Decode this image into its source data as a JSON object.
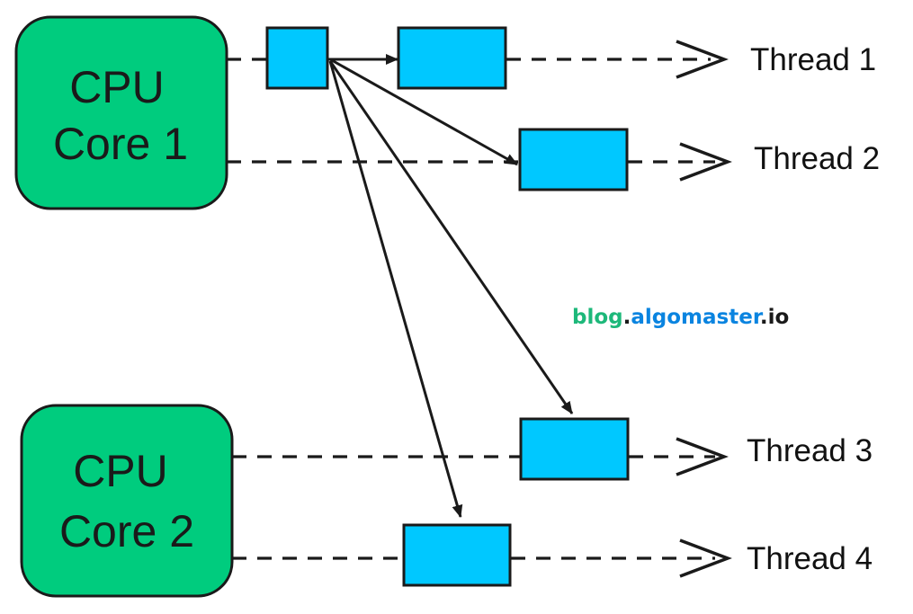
{
  "colors": {
    "core_fill": "#00CC7E",
    "task_fill": "#00C8FF",
    "stroke": "#1a1a1a",
    "watermark_green": "#1DB87A",
    "watermark_blue": "#0A84E0",
    "watermark_dark": "#1a1a1a"
  },
  "cores": [
    {
      "line1": "CPU",
      "line2": "Core 1"
    },
    {
      "line1": "CPU",
      "line2": "Core 2"
    }
  ],
  "threads": [
    {
      "label": "Thread 1"
    },
    {
      "label": "Thread 2"
    },
    {
      "label": "Thread 3"
    },
    {
      "label": "Thread 4"
    }
  ],
  "watermark": {
    "part1": "blog",
    "dot1": ".",
    "part2": "algomaster",
    "dot2": ".",
    "part3": "io"
  },
  "icons": {
    "dispatch_arrow": "arrow-right-filled",
    "thread_end": "chevron-right-open"
  }
}
